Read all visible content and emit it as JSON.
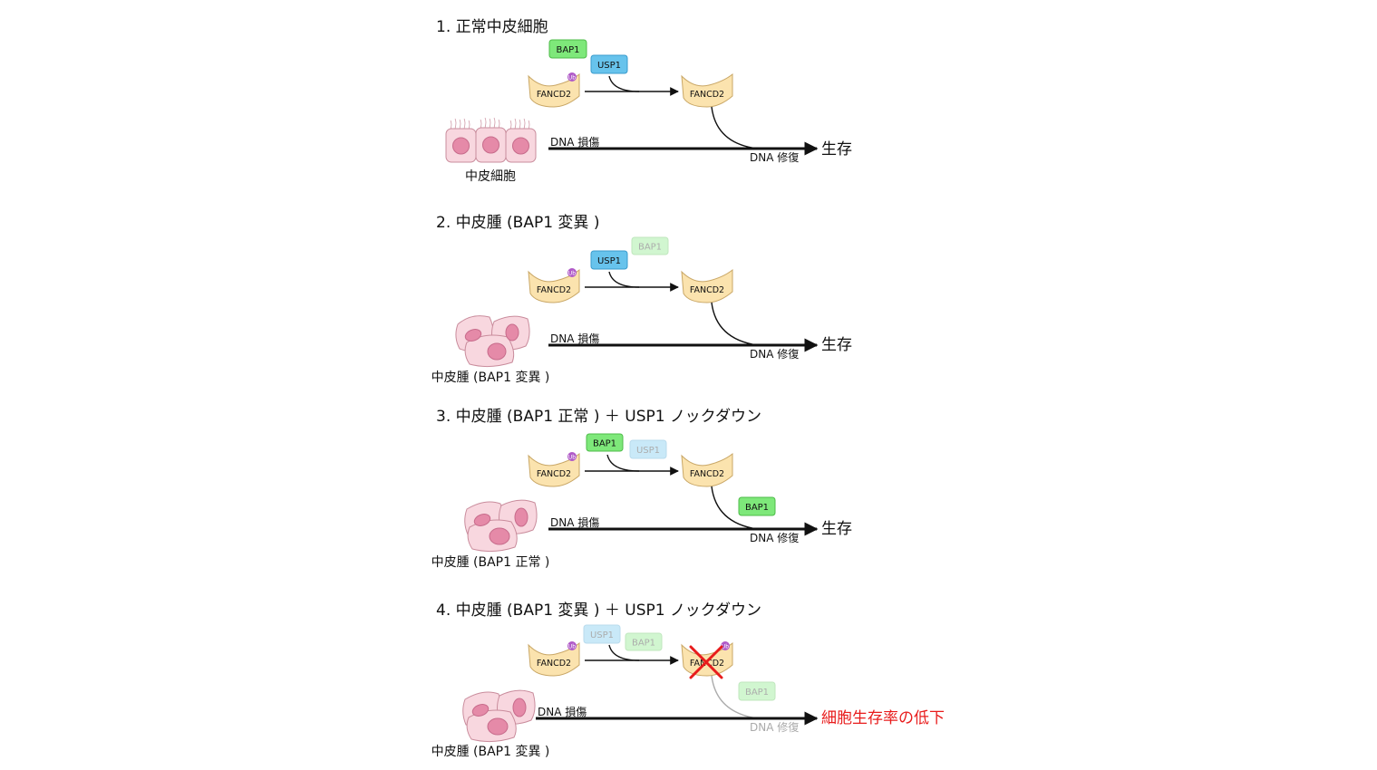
{
  "colors": {
    "bap1": "#7ee87a",
    "bap1_border": "#4dbb48",
    "usp1": "#67c3ec",
    "usp1_border": "#3a9bcc",
    "fancd2": "#fbe3ae",
    "fancd2_border": "#c9a766",
    "ub": "#b05ac8",
    "cell_fill": "#f8d7df",
    "nucleus": "#e58aa8",
    "reduced_survival": "#e81c1c",
    "cross": "#e81c1c"
  },
  "common": {
    "fancd2": "FANCD2",
    "ub": "Ub",
    "dna_damage": "DNA 損傷",
    "dna_repair": "DNA 修復",
    "survival": "生存",
    "bap1": "BAP1",
    "usp1": "USP1"
  },
  "panels": [
    {
      "title": "1. 正常中皮細胞",
      "cell_caption": "中皮細胞",
      "outcome": "生存"
    },
    {
      "title": "2. 中皮腫 (BAP1 変異 )",
      "cell_caption": "中皮腫 (BAP1 変異 )",
      "outcome": "生存"
    },
    {
      "title": "3. 中皮腫 (BAP1 正常 ) ＋ USP1 ノックダウン",
      "cell_caption": "中皮腫 (BAP1 正常 )",
      "outcome": "生存"
    },
    {
      "title": "4. 中皮腫 (BAP1 変異 ) ＋ USP1 ノックダウン",
      "cell_caption": "中皮腫 (BAP1 変異 )",
      "outcome": "細胞生存率の低下"
    }
  ]
}
